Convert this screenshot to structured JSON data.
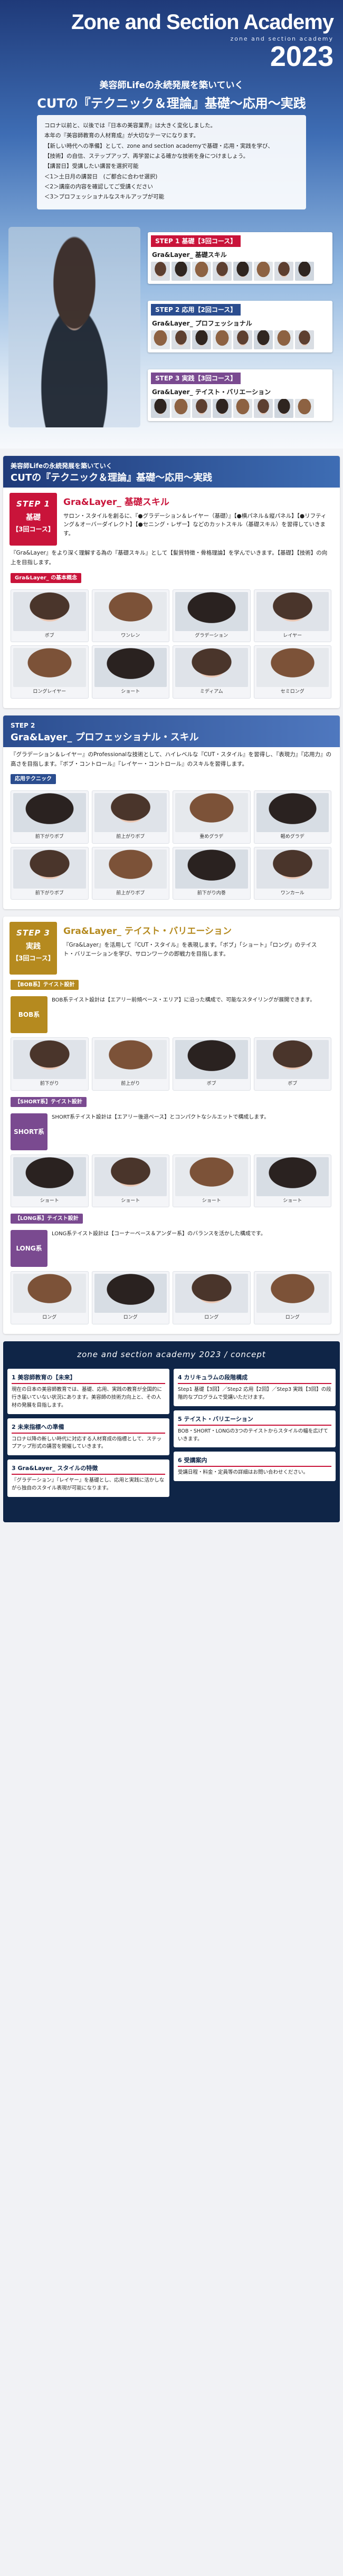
{
  "hero": {
    "title": "Zone and Section Academy",
    "subtitle": "zone and section academy",
    "year": "2023",
    "lead1": "美容師Lifeの永続発展を築いていく",
    "lead2": "CUTの『テクニック＆理論』基礎〜応用〜実践",
    "intro": [
      "コロナ以前と、以後では『日本の美容業界』は大きく変化しました。",
      "本年の『美容師教育の人材育成』が大切なテーマになります。",
      "【新しい時代への準備】として、zone and section academyで基礎・応用・実践を学び、",
      "【技術】の自信、ステップアップ、再学習による確かな技術を身につけましょう。",
      "【講習日】受講したい講習を選択可能",
      "＜1＞土日月の講習日　(ご都合に合わせ選択)",
      "＜2＞講座の内容を確認してご受講ください",
      "＜3＞プロフェッショナルなスキルアップが可能"
    ],
    "cards": [
      {
        "head": "STEP 1 基礎【3回コース】",
        "label": "Gra&Layer_ 基礎スキル"
      },
      {
        "head": "STEP 2 応用【2回コース】",
        "label": "Gra&Layer_ プロフェッショナル"
      },
      {
        "head": "STEP 3 実践【3回コース】",
        "label": "Gra&Layer_ テイスト・バリエーション"
      }
    ]
  },
  "sec1": {
    "k": "美容師Lifeの永続発展を築いていく",
    "t": "CUTの『テクニック＆理論』基礎〜応用〜実践",
    "badge": {
      "s": "STEP 1",
      "n": "基礎",
      "c": "【3回コース】"
    },
    "h": "Gra&Layer_ 基礎スキル",
    "d": "サロン・スタイルを創るに、『●グラデーション＆レイヤー（基礎）』【●横パネル＆縦パネル】【●リフティング＆オーバーダイレクト】【●セニング・レザー】などのカットスキル（基礎スキル）を習得していきます。",
    "p": "『Gra&Layer』をより深く理解する為の『基礎スキル』として【髪質特徴・骨格理論】を学んでいきます。【基礎】【技術】の向上を目指します。",
    "tag": "Gra&Layer_ の基本概念",
    "grid": [
      "ボブ",
      "ワンレン",
      "グラデーション",
      "レイヤー",
      "ロングレイヤー",
      "ショート",
      "ミディアム",
      "セミロング"
    ]
  },
  "sec2": {
    "k": "STEP 2",
    "t": "Gra&Layer_ プロフェッショナル・スキル",
    "p": "『グラデーション＆レイヤー』のProfessionalな技術として、ハイレベルな『CUT・スタイル』を習得し、『表現力』『応用力』の高さを目指します。『ボブ・コントロール』『レイヤー・コントロール』のスキルを習得します。",
    "tag": "応用テクニック",
    "grid": [
      "前下がりボブ",
      "前上がりボブ",
      "重めグラデ",
      "軽めグラデ",
      "前下がりボブ",
      "前上がりボブ",
      "前下がり内巻",
      "ワンカール"
    ]
  },
  "sec3": {
    "badge": {
      "s": "STEP 3",
      "n": "実践",
      "c": "【3回コース】"
    },
    "h": "Gra&Layer_ テイスト・バリエーション",
    "d": "『Gra&Layer』を活用して『CUT・スタイル』を表現します。「ボブ」「ショート」「ロング」のテイスト・バリエーションを学び、サロンワークの即戦力を目指します。",
    "tags": [
      "【BOB系】テイスト設計",
      "【SHORT系】テイスト設計",
      "【LONG系】テイスト設計"
    ],
    "rows": [
      {
        "l": "BOB系",
        "t": "BOB系テイスト設計は【エアリー前傾ベース・エリア】に沿った構成で、可能なスタイリングが展開できます。"
      },
      {
        "l": "SHORT系",
        "t": "SHORT系テイスト設計は【エアリー後退ベース】とコンパクトなシルエットで構成します。"
      },
      {
        "l": "LONG系",
        "t": "LONG系テイスト設計は【コーナーベース＆アンダー系】のバランスを活かした構成です。"
      }
    ],
    "gridBob": [
      "前下がり",
      "前上がり",
      "ボブ",
      "ボブ"
    ],
    "gridShort": [
      "ショート",
      "ショート",
      "ショート",
      "ショート"
    ],
    "gridLong": [
      "ロング",
      "ロング",
      "ロング",
      "ロング"
    ]
  },
  "concept": {
    "title": "zone and section academy 2023 / concept",
    "blocks": [
      {
        "h": "1 美容師教育の【未来】",
        "t": "現在の日本の美容師教育では、基礎、応用、実践の教育が全国的に行き届いていない状況にあります。美容師の技術力向上と、その人材の発展を目指します。"
      },
      {
        "h": "2 未来指標への準備",
        "t": "コロナ以降の新しい時代に対応する人材育成の指標として、ステップアップ形式の講習を開催していきます。"
      },
      {
        "h": "3 Gra&Layer_ スタイルの特徴",
        "t": "『グラデーション』『レイヤー』を基礎とし、応用と実践に活かしながら独自のスタイル表現が可能になります。"
      },
      {
        "h": "4 カリキュラムの段階構成",
        "t": "Step1 基礎【3回】／Step2 応用【2回】／Step3 実践【3回】の段階的なプログラムで受講いただけます。"
      },
      {
        "h": "5 テイスト・バリエーション",
        "t": "BOB・SHORT・LONGの3つのテイストからスタイルの幅を広げていきます。"
      },
      {
        "h": "6 受講案内",
        "t": "受講日程・料金・定員等の詳細はお問い合わせください。"
      }
    ]
  }
}
